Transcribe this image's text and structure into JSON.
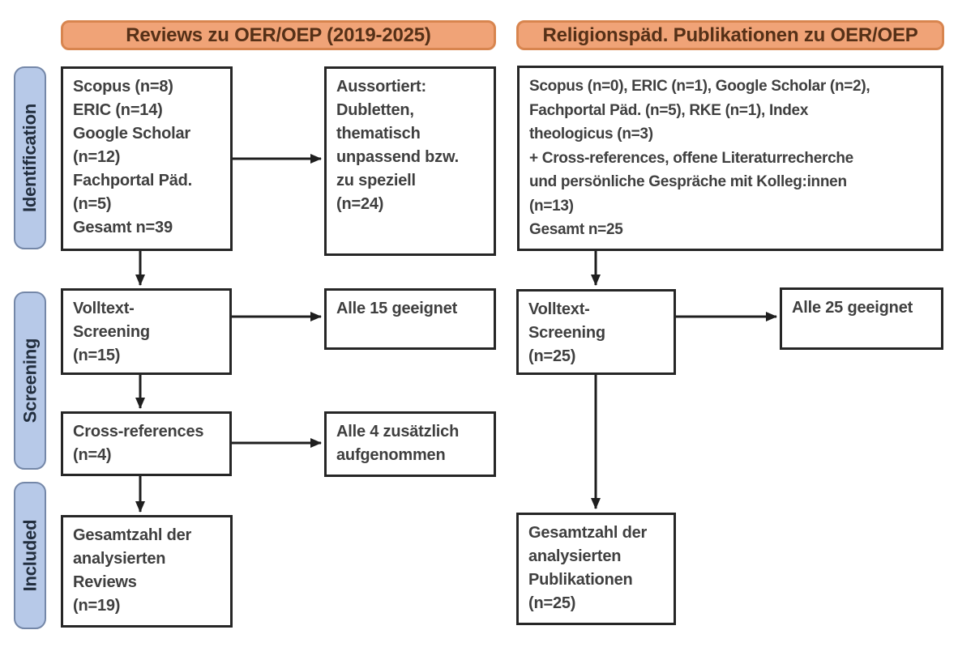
{
  "columns": {
    "left_header": "Reviews zu OER/OEP (2019-2025)",
    "right_header": "Religionspäd. Publikationen zu OER/OEP"
  },
  "stages": {
    "identification": "Identification",
    "screening": "Screening",
    "included": "Included"
  },
  "left_flow": {
    "sources": [
      "Scopus (n=8)",
      "ERIC (n=14)",
      "Google Scholar",
      "(n=12)",
      "Fachportal Päd.",
      "(n=5)",
      "Gesamt n=39"
    ],
    "excluded": [
      "Aussortiert:",
      "Dubletten,",
      "thematisch",
      "unpassend bzw.",
      "zu speziell",
      "(n=24)"
    ],
    "fulltext_screening": [
      "Volltext-",
      "Screening",
      "(n=15)"
    ],
    "fulltext_result": [
      "Alle 15 geeignet"
    ],
    "cross_references": [
      "Cross-references",
      "(n=4)"
    ],
    "cross_references_result": [
      "Alle 4 zusätzlich",
      "aufgenommen"
    ],
    "included_total": [
      "Gesamtzahl der",
      "analysierten",
      "Reviews",
      "(n=19)"
    ]
  },
  "right_flow": {
    "sources": [
      "Scopus (n=0), ERIC (n=1), Google Scholar (n=2),",
      "Fachportal Päd. (n=5), RKE (n=1), Index",
      "theologicus (n=3)",
      "+ Cross-references, offene Literaturrecherche",
      "und persönliche Gespräche mit Kolleg:innen",
      "(n=13)",
      "Gesamt n=25"
    ],
    "fulltext_screening": [
      "Volltext-",
      "Screening",
      "(n=25)"
    ],
    "fulltext_result": [
      "Alle 25 geeignet"
    ],
    "included_total": [
      "Gesamtzahl der",
      "analysierten",
      "Publikationen",
      "(n=25)"
    ]
  },
  "colors": {
    "header_fill": "#f0a377",
    "header_border": "#d8854f",
    "header_text": "#553017",
    "stage_fill": "#b7c9e8",
    "stage_border": "#7487a8",
    "stage_text": "#222e3e",
    "box_border": "#262626",
    "box_text": "#3f3f3f",
    "arrow": "#1f1f1f"
  }
}
